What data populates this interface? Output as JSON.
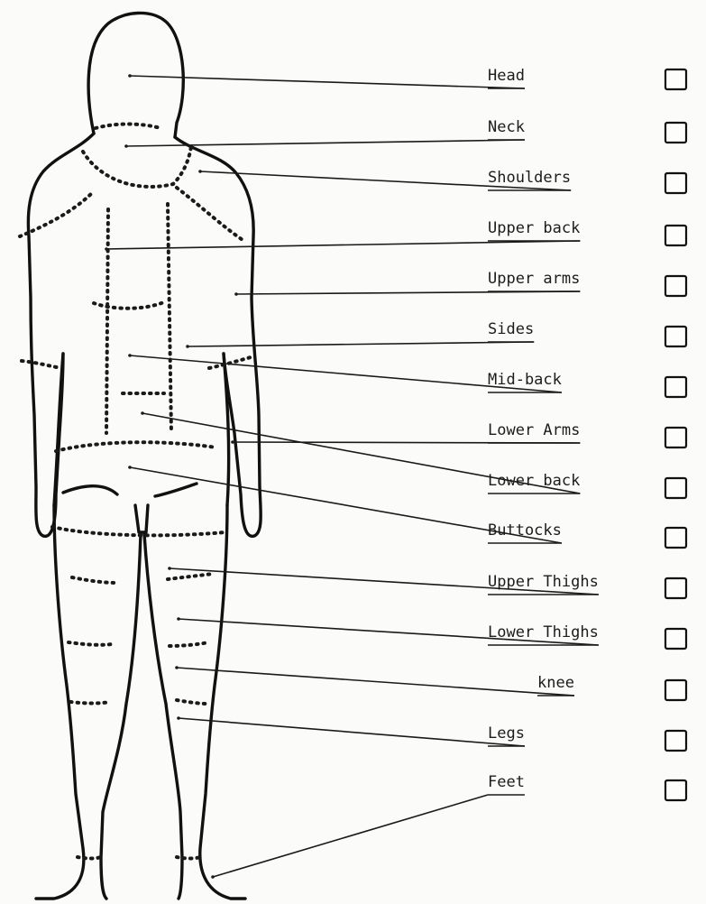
{
  "diagram": {
    "regions": [
      {
        "key": "head",
        "label": "Head",
        "icon": "checkbox-icon"
      },
      {
        "key": "neck",
        "label": "Neck",
        "icon": "checkbox-icon"
      },
      {
        "key": "shoulders",
        "label": "Shoulders",
        "icon": "checkbox-icon"
      },
      {
        "key": "upper-back",
        "label": "Upper back",
        "icon": "checkbox-icon"
      },
      {
        "key": "upper-arms",
        "label": "Upper arms",
        "icon": "checkbox-icon"
      },
      {
        "key": "sides",
        "label": "Sides",
        "icon": "checkbox-icon"
      },
      {
        "key": "mid-back",
        "label": "Mid-back",
        "icon": "checkbox-icon"
      },
      {
        "key": "lower-arms",
        "label": "Lower Arms",
        "icon": "checkbox-icon"
      },
      {
        "key": "lower-back",
        "label": "Lower back",
        "icon": "checkbox-icon"
      },
      {
        "key": "buttocks",
        "label": "Buttocks",
        "icon": "checkbox-icon"
      },
      {
        "key": "upper-thighs",
        "label": "Upper Thighs",
        "icon": "checkbox-icon"
      },
      {
        "key": "lower-thighs",
        "label": "Lower Thighs",
        "icon": "checkbox-icon"
      },
      {
        "key": "knee",
        "label": "knee",
        "icon": "checkbox-icon"
      },
      {
        "key": "legs",
        "label": "Legs",
        "icon": "checkbox-icon"
      },
      {
        "key": "feet",
        "label": "Feet",
        "icon": "checkbox-icon"
      }
    ],
    "figure_icon": "human-body-back-view-icon",
    "ink_color": "#111111",
    "paper_color": "#fbfbfa"
  }
}
